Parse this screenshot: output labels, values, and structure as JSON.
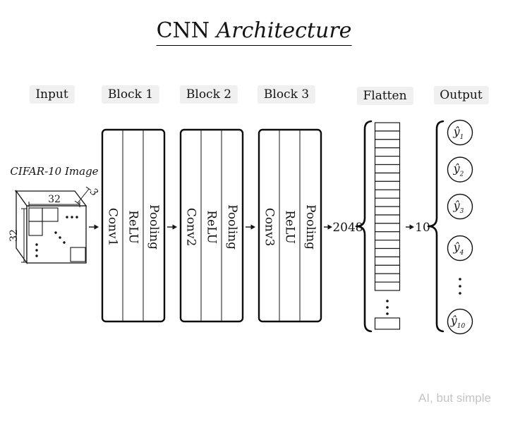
{
  "title": {
    "word1": "CNN",
    "word2": "Architecture"
  },
  "headers": [
    "Input",
    "Block 1",
    "Block 2",
    "Block 3",
    "Flatten",
    "Output"
  ],
  "input_cube": {
    "caption": "CIFAR-10 Image",
    "width_label": "32",
    "height_label": "32",
    "depth_label": "3"
  },
  "blocks": [
    {
      "layers": [
        "Conv1",
        "ReLU",
        "Pooling"
      ]
    },
    {
      "layers": [
        "Conv2",
        "ReLU",
        "Pooling"
      ]
    },
    {
      "layers": [
        "Conv3",
        "ReLU",
        "Pooling"
      ]
    }
  ],
  "flatten": {
    "label": "2048",
    "cells": 20
  },
  "output": {
    "label": "10",
    "units": [
      {
        "base": "ŷ",
        "sub": "1"
      },
      {
        "base": "ŷ",
        "sub": "2"
      },
      {
        "base": "ŷ",
        "sub": "3"
      },
      {
        "base": "ŷ",
        "sub": "4"
      },
      {
        "base": "ŷ",
        "sub": "10"
      }
    ]
  },
  "watermark": "AI, but simple",
  "colors": {
    "ink": "#141414",
    "label_bg": "#f0f0f0",
    "watermark": "#c4c4c4"
  }
}
